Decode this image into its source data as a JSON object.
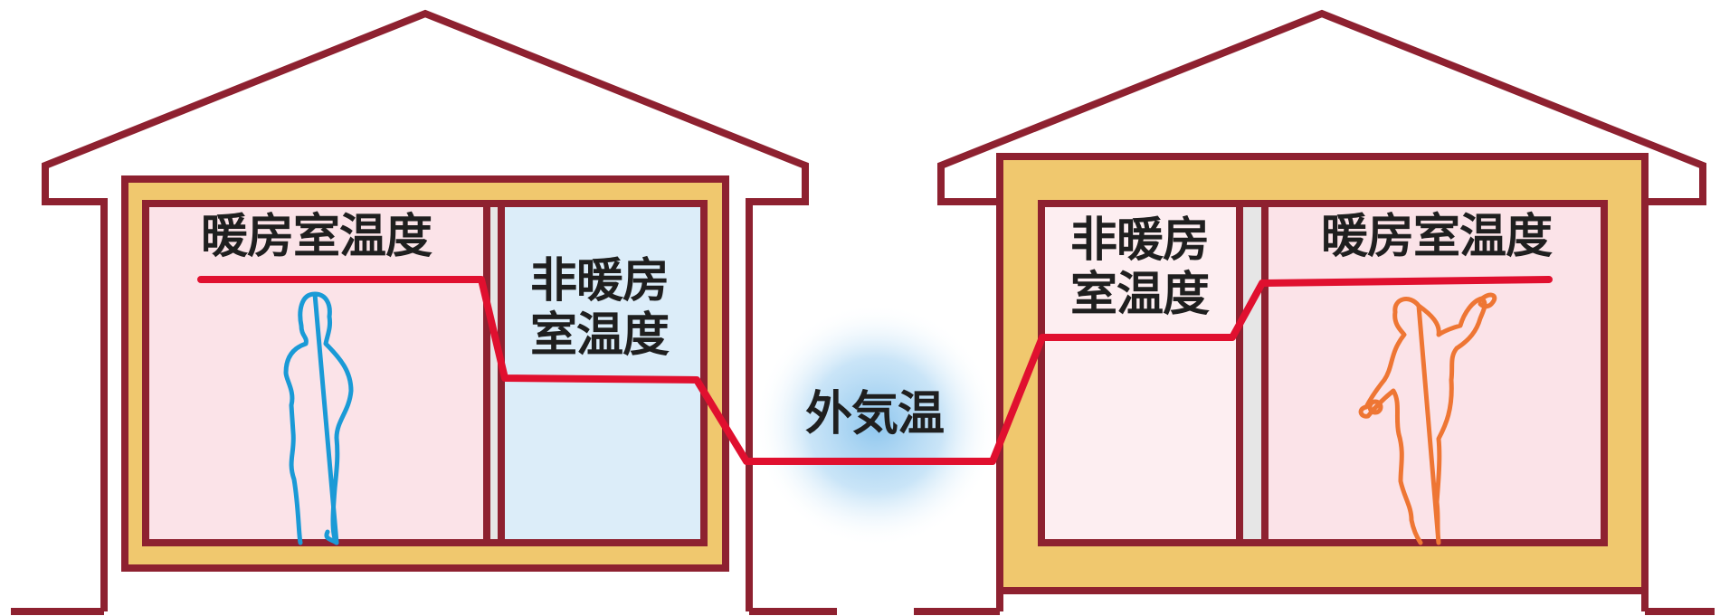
{
  "labels": {
    "left_heated": "暖房室温度",
    "left_unheated_line1": "非暖房",
    "left_unheated_line2": "室温度",
    "outside": "外気温",
    "right_unheated_line1": "非暖房",
    "right_unheated_line2": "室温度",
    "right_heated": "暖房室温度"
  },
  "colors": {
    "outline": "#8e2130",
    "insulation": "#f0c86e",
    "heated_room": "#fbe3e8",
    "unheated_room_left": "#dcedf9",
    "unheated_room_right": "#fdeef1",
    "wall_gap": "#e6e6e6",
    "temperature_line": "#e0102f",
    "outside_glow": "#8ec6ee",
    "person_left": "#1a9ad6",
    "person_right": "#ee7634"
  },
  "icons": {
    "left_person": "standing-person-icon",
    "right_person": "dancing-person-icon"
  }
}
